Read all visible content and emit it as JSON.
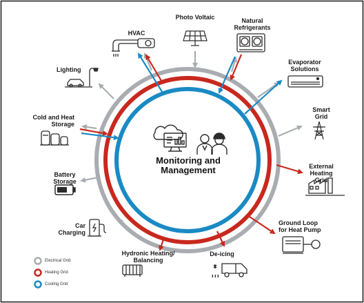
{
  "diagram": {
    "center_title": "Monitoring and\nManagement",
    "nodes": [
      {
        "id": "photo-voltaic",
        "label": "Photo Voltaic",
        "icon": "solar-panel-icon"
      },
      {
        "id": "natural-refrigerants",
        "label": "Natural\nRefrigerants",
        "icon": "refrigerant-unit-icon"
      },
      {
        "id": "hvac",
        "label": "HVAC",
        "icon": "hvac-duct-icon"
      },
      {
        "id": "evaporator-solutions",
        "label": "Evaporator\nSolutions",
        "icon": "evaporator-icon"
      },
      {
        "id": "lighting",
        "label": "Lighting",
        "icon": "street-light-icon"
      },
      {
        "id": "smart-grid",
        "label": "Smart\nGrid",
        "icon": "power-tower-icon"
      },
      {
        "id": "cold-heat-storage",
        "label": "Cold and Heat\nStorage",
        "icon": "storage-tanks-icon"
      },
      {
        "id": "external-heating-grid",
        "label": "External\nHeating\nGrid",
        "icon": "factory-icon"
      },
      {
        "id": "battery-storage",
        "label": "Battery\nStorage",
        "icon": "battery-icon"
      },
      {
        "id": "car-charging",
        "label": "Car\nCharging",
        "icon": "ev-charger-icon"
      },
      {
        "id": "ground-loop",
        "label": "Ground Loop\nfor Heat Pump",
        "icon": "heat-pump-icon"
      },
      {
        "id": "hydronic-heating",
        "label": "Hydronic Heating/\nBalancing",
        "icon": "radiator-icon"
      },
      {
        "id": "de-icing",
        "label": "De-icing",
        "icon": "van-deicing-icon"
      }
    ]
  },
  "legend": [
    {
      "label": "Electrical Grid",
      "color": "#a9adb1"
    },
    {
      "label": "Heating Grid",
      "color": "#c8281e"
    },
    {
      "label": "Cooling Grid",
      "color": "#1a8ac4"
    }
  ],
  "colors": {
    "electrical": "#a9adb1",
    "heating": "#c8281e",
    "cooling": "#1a8ac4",
    "icon": "#2b2b2b"
  }
}
